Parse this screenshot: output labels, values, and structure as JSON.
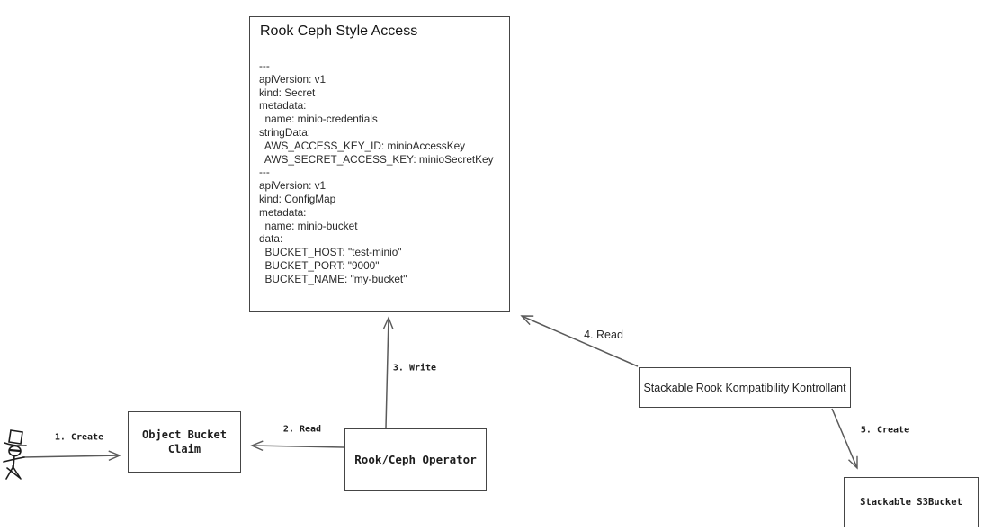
{
  "diagram": {
    "title_node": {
      "title": "Rook Ceph Style Access",
      "yaml": "---\napiVersion: v1\nkind: Secret\nmetadata:\n  name: minio-credentials\nstringData:\n  AWS_ACCESS_KEY_ID: minioAccessKey\n  AWS_SECRET_ACCESS_KEY: minioSecretKey\n---\napiVersion: v1\nkind: ConfigMap\nmetadata:\n  name: minio-bucket\ndata:\n  BUCKET_HOST: \"test-minio\"\n  BUCKET_PORT: \"9000\"\n  BUCKET_NAME: \"my-bucket\""
    },
    "nodes": {
      "object_bucket_claim": {
        "label": "Object Bucket\nClaim"
      },
      "rook_ceph_operator": {
        "label": "Rook/Ceph Operator"
      },
      "stackable_kontrollant": {
        "label": "Stackable Rook Kompatibility Kontrollant"
      },
      "stackable_s3bucket": {
        "label": "Stackable S3Bucket"
      }
    },
    "edges": {
      "e1": {
        "label": "1. Create"
      },
      "e2": {
        "label": "2. Read"
      },
      "e3": {
        "label": "3. Write"
      },
      "e4": {
        "label": "4. Read"
      },
      "e5": {
        "label": "5. Create"
      }
    },
    "icons": {
      "actor": "stick-figure-user-with-top-hat"
    },
    "colors": {
      "background": "#ffffff",
      "stroke": "#4a4a4a",
      "arrow": "#5a5a5a",
      "text": "#1d1d1d"
    }
  }
}
